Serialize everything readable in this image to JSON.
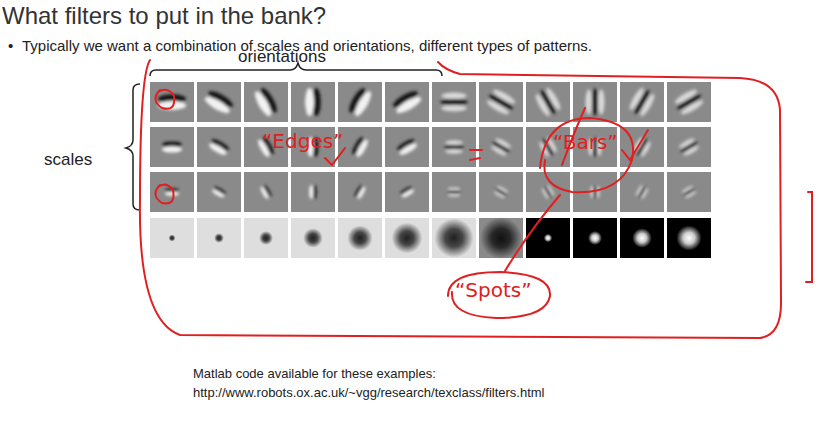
{
  "diagram": {
    "title": "What filters to put in the bank?",
    "labels": [
      "Typically we want a combination of scales and orientations, different types of patterns.",
      "orientations",
      "scales",
      "“Edges”",
      "“Bars”",
      "“Spots”",
      "Matlab code available for these examples:",
      "http://www.robots.ox.ac.uk/~vgg/research/texclass/filters.html"
    ]
  }
}
